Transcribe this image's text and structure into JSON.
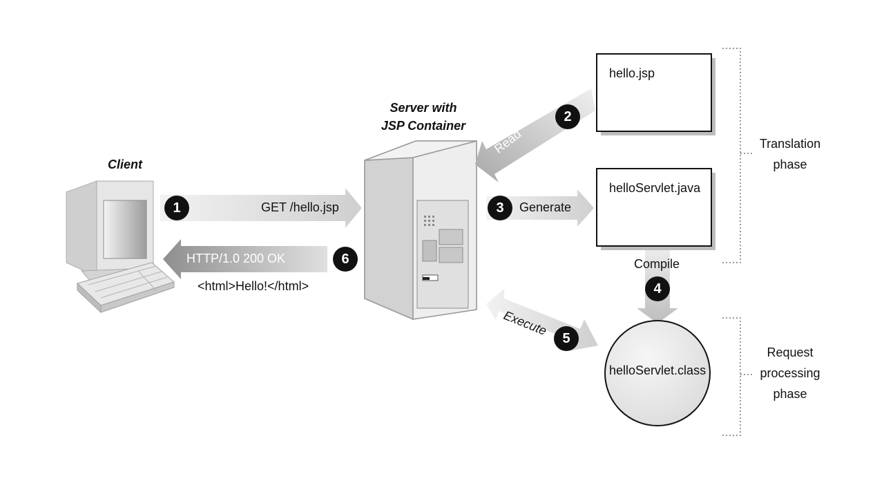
{
  "labels": {
    "client": "Client",
    "server_line1": "Server with",
    "server_line2": "JSP Container",
    "get_request": "GET /hello.jsp",
    "response_status": "HTTP/1.0 200 OK",
    "response_body": "<html>Hello!</html>",
    "read": "Read",
    "generate": "Generate",
    "compile": "Compile",
    "execute": "Execute",
    "hello_jsp": "hello.jsp",
    "hello_servlet_java": "helloServlet.java",
    "hello_servlet_class": "helloServlet.class",
    "translation_line1": "Translation",
    "translation_line2": "phase",
    "request_line1": "Request",
    "request_line2": "processing",
    "request_line3": "phase"
  },
  "steps": [
    "1",
    "2",
    "3",
    "4",
    "5",
    "6"
  ],
  "colors": {
    "arrow_light": "#d6d6d6",
    "arrow_dark": "#9a9a9a",
    "badge": "#111111",
    "box_fill": "#ffffff",
    "circle_fill": "#e9e9e9",
    "bracket": "#777777"
  }
}
